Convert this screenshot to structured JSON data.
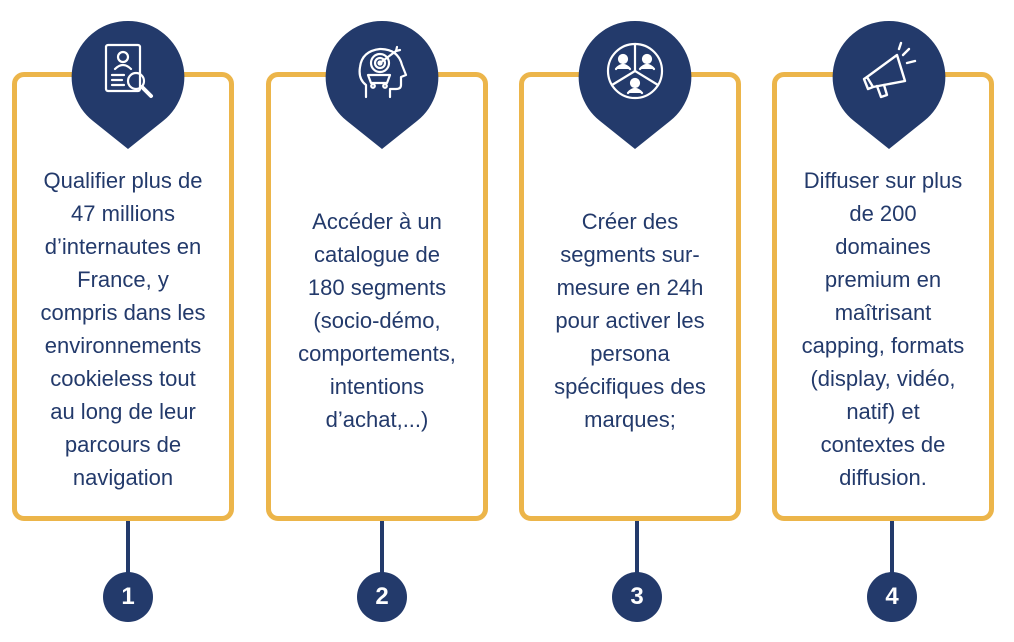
{
  "colors": {
    "navy": "#233a6b",
    "gold": "#ecb54a",
    "text": "#233a6b"
  },
  "steps": [
    {
      "number": "1",
      "icon": "profile-search-icon",
      "text": "Qualifier plus de\n47 millions\nd’internautes en\nFrance, y\ncompris dans les\nenvironnements\ncookieless tout\nau long de leur\nparcours de\nnavigation"
    },
    {
      "number": "2",
      "icon": "target-head-icon",
      "text": "Accéder à un\ncatalogue de\n180 segments\n(socio-démo,\ncomportements,\nintentions\nd’achat,...)"
    },
    {
      "number": "3",
      "icon": "audience-segments-icon",
      "text": "Créer des\nsegments sur-\nmesure en 24h\npour activer les\npersona\nspécifiques des\nmarques;"
    },
    {
      "number": "4",
      "icon": "megaphone-icon",
      "text": "Diffuser sur plus\nde 200\ndomaines\npremium en\nmaîtrisant\ncapping, formats\n(display, vidéo,\nnatif) et\ncontextes de\ndiffusion."
    }
  ]
}
